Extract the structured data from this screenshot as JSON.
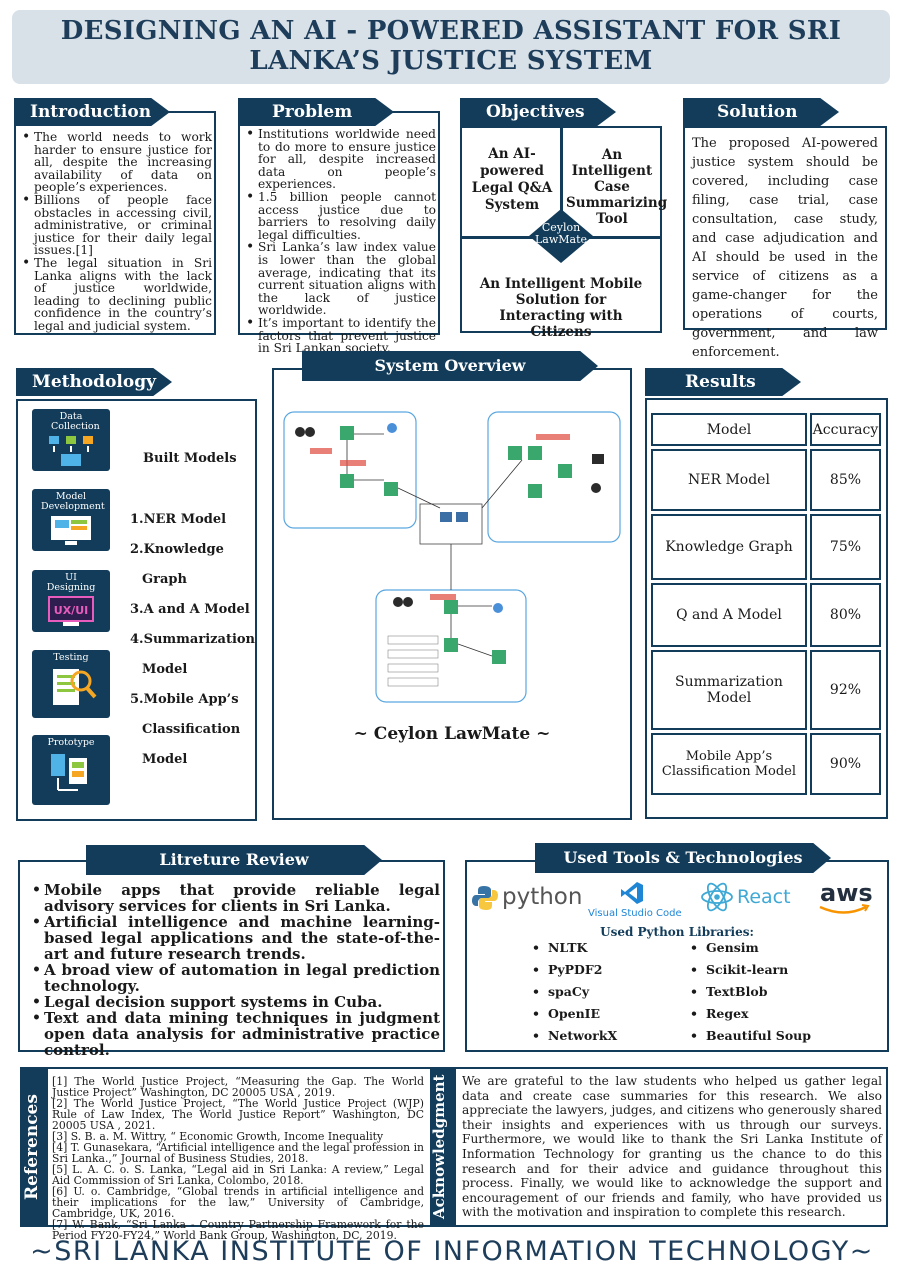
{
  "title": "DESIGNING AN AI - POWERED ASSISTANT FOR SRI LANKA’S JUSTICE SYSTEM",
  "introduction": {
    "heading": "Introduction",
    "bullets": [
      "The world needs to work harder to ensure justice for all, despite the increasing availability of data on people’s experiences.",
      "Billions of people face obstacles in accessing civil, administrative, or criminal justice for their daily legal issues.[1]",
      "The legal situation in Sri Lanka aligns with the lack of justice worldwide, leading to declining public confidence in the country’s legal and judicial system."
    ]
  },
  "problem": {
    "heading": "Problem",
    "bullets": [
      "Institutions worldwide need to do more to ensure justice for all, despite increased data on people’s experiences.",
      "1.5 billion people cannot access justice due to barriers to resolving daily legal difficulties.",
      "Sri Lanka’s law index value is lower than the global average, indicating that its current situation aligns with the lack of justice worldwide.",
      "It’s important to identify the factors that prevent justice in Sri Lankan society."
    ]
  },
  "objectives": {
    "heading": "Objectives",
    "left": "An AI-powered Legal Q&A System",
    "right": "An Intelligent Case Summarizing Tool",
    "center": "Ceylon LawMate",
    "bottom": "An Intelligent Mobile Solution for Interacting with Citizens"
  },
  "solution": {
    "heading": "Solution",
    "text": "The proposed AI-powered justice system should be covered, including case filing, case trial, case consultation, case study, and case adjudication and AI should be used in the service of citizens as a game-changer for the operations of courts, government, and law enforcement."
  },
  "methodology": {
    "heading": "Methodology",
    "stages": [
      "Data Collection",
      "Model Development",
      "UI Designing",
      "Testing",
      "Prototype"
    ],
    "built_heading": "Built Models",
    "models": [
      "1.NER Model",
      "2.Knowledge",
      "Graph",
      "3.A and A Model",
      "4.Summarization",
      "Model",
      "5.Mobile App’s",
      "Classification",
      "Model"
    ]
  },
  "system_overview": {
    "heading": "System Overview",
    "caption": "~ Ceylon LawMate ~"
  },
  "results": {
    "heading": "Results",
    "columns": [
      "Model",
      "Accuracy"
    ],
    "rows": [
      {
        "model": "NER Model",
        "accuracy": "85%"
      },
      {
        "model": "Knowledge Graph",
        "accuracy": "75%"
      },
      {
        "model": "Q and A Model",
        "accuracy": "80%"
      },
      {
        "model": "Summarization Model",
        "accuracy": "92%"
      },
      {
        "model": "Mobile App’s Classification Model",
        "accuracy": "90%"
      }
    ]
  },
  "literature": {
    "heading": "Litreture Review",
    "bullets": [
      "Mobile apps that provide reliable legal advisory services for clients in Sri Lanka.",
      "Artificial intelligence and machine learning-based legal applications and the state-of-the-art and future research trends.",
      "A broad view of automation in legal prediction technology.",
      "Legal decision support systems in Cuba.",
      "Text and data mining techniques in judgment open data analysis for administrative practice control."
    ]
  },
  "tools": {
    "heading": "Used Tools & Technologies",
    "logos": [
      "python",
      "Visual Studio Code",
      "React",
      "aws"
    ],
    "libs_heading": "Used Python Libraries:",
    "libs_left": [
      "NLTK",
      "PyPDF2",
      "spaCy",
      "OpenIE",
      "NetworkX"
    ],
    "libs_right": [
      "Gensim",
      "Scikit-learn",
      "TextBlob",
      "Regex",
      "Beautiful Soup"
    ]
  },
  "references": {
    "heading": "References",
    "items": [
      "[1]    The World Justice Project, “Measuring the Gap. The World Justice Project” Washington, DC 20005 USA , 2019.",
      "[2]    The World Justice Project, “The World Justice Project (WJP) Rule of Law Index, The World Justice Report” Washington, DC 20005 USA , 2021.",
      "[3]    S. B. a. M. Wittry, “ Economic Growth, Income Inequality",
      "[4]    T. Gunasekara, “Artificial intelligence and the legal profession in Sri Lanka.,” Journal of Business Studies, 2018.",
      "[5]    L. A. C. o. S. Lanka, “Legal aid in Sri Lanka: A review,” Legal Aid Commission of Sri Lanka, Colombo, 2018.",
      "[6]    U. o. Cambridge, “Global trends in artificial intelligence and their implications for the law,” University of Cambridge, Cambridge, UK, 2016.",
      "[7]    W. Bank, “Sri Lanka - Country Partnership Framework for the Period FY20-FY24,” World Bank Group, Washington, DC, 2019."
    ]
  },
  "acknowledgment": {
    "heading": "Acknowledgment",
    "text": "We are grateful to the law students who helped us gather legal data and create case summaries for this research. We also appreciate the lawyers, judges, and citizens who generously shared their insights and experiences with us through our surveys. Furthermore, we would like to thank the Sri Lanka Institute of Information Technology for granting us the chance to do this research and for their advice and guidance throughout this process. Finally, we would like to acknowledge the support and encouragement of our friends and family, who have provided us with the motivation and inspiration to complete this research."
  },
  "footer": "~SRI LANKA INSTITUTE OF INFORMATION TECHNOLOGY~"
}
